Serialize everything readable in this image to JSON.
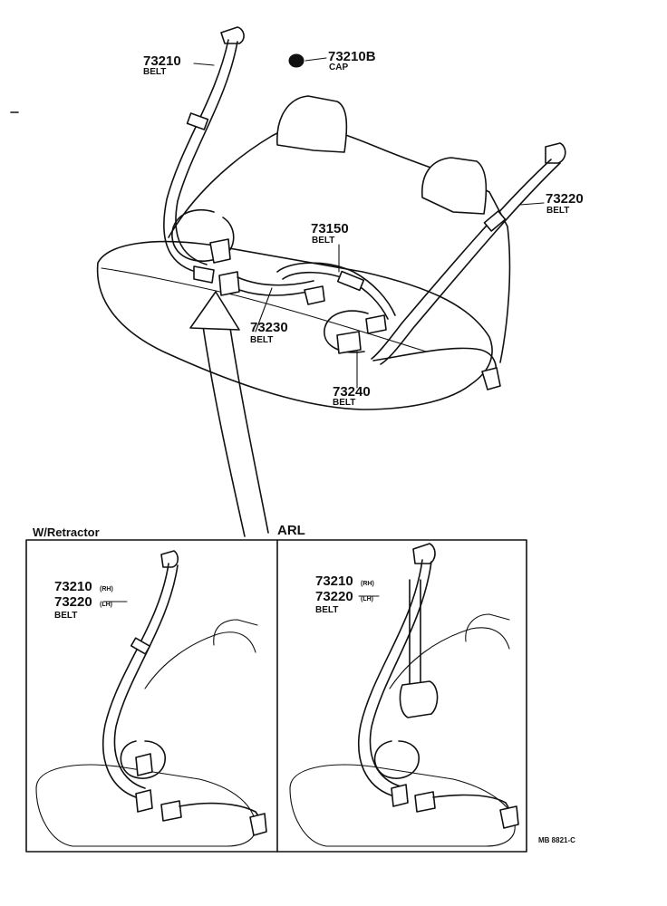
{
  "main": {
    "parts": [
      {
        "number": "73210",
        "name": "BELT"
      },
      {
        "number": "73210B",
        "name": "CAP"
      },
      {
        "number": "73220",
        "name": "BELT"
      },
      {
        "number": "73150",
        "name": "BELT"
      },
      {
        "number": "73230",
        "name": "BELT"
      },
      {
        "number": "73240",
        "name": "BELT"
      }
    ]
  },
  "panels": {
    "left": {
      "title": "W/Retractor",
      "number_1": "73210",
      "suffix_1": "(RH)",
      "number_2": "73220",
      "suffix_2": "(LH)",
      "name": "BELT"
    },
    "right": {
      "title": "ARL",
      "number_1": "73210",
      "suffix_1": "(RH)",
      "number_2": "73220",
      "suffix_2": "(LH)",
      "name": "BELT"
    }
  },
  "diagram_code": "MB 8821-C"
}
